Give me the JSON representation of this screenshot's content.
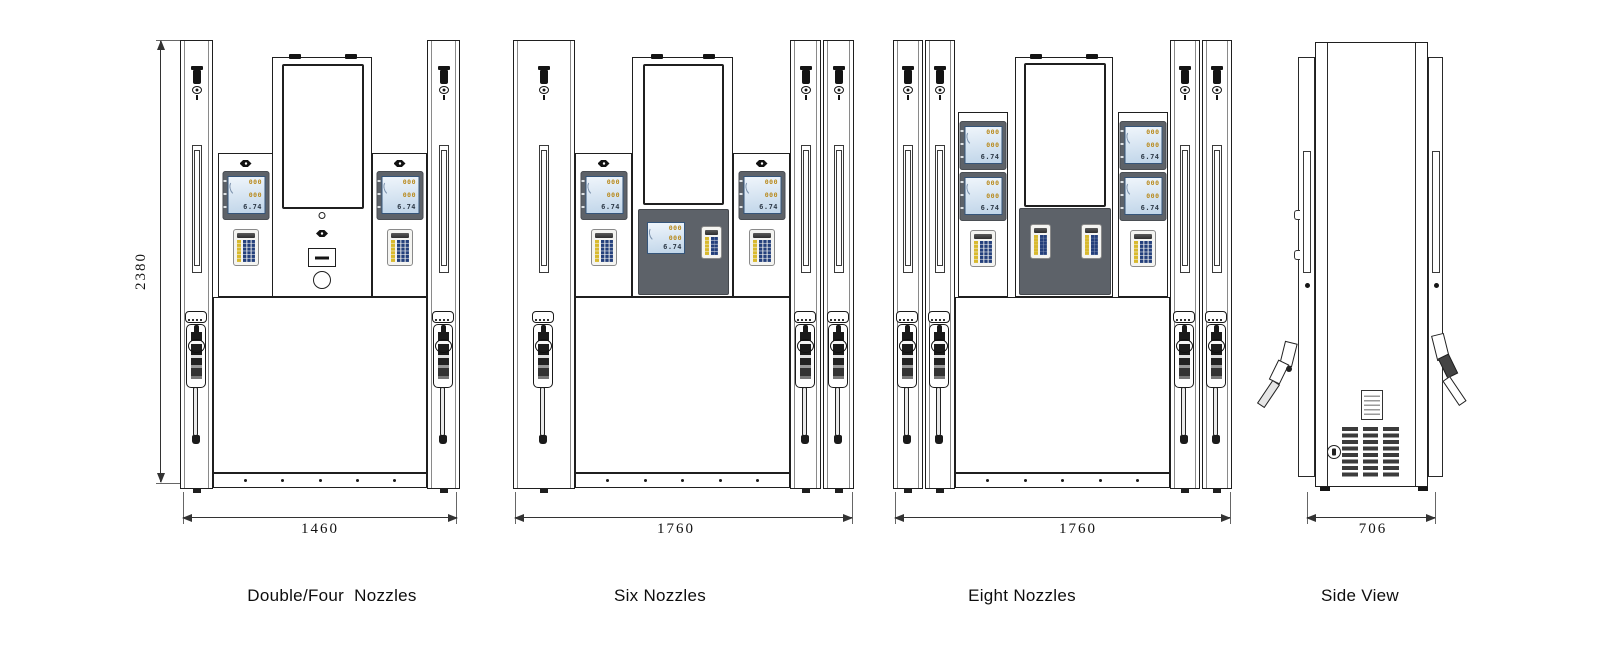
{
  "figures": [
    {
      "caption": "Double/Four  Nozzles",
      "width_label": "1460"
    },
    {
      "caption": "Six Nozzles",
      "width_label": "1760"
    },
    {
      "caption": "Eight Nozzles",
      "width_label": "1760"
    },
    {
      "caption": "Side View",
      "width_label": "706"
    }
  ],
  "height_label": "2380",
  "lcd": {
    "row1": "000",
    "row2": "000",
    "row3": "6.74"
  },
  "colors": {
    "line": "#1f1f1f",
    "panel_dark": "#5d6269",
    "lcd_bg": "#d8e6f3",
    "lcd_digits": "#b8891b",
    "keypad_yellow": "#d8b92e",
    "keypad_blue": "#24407c"
  }
}
